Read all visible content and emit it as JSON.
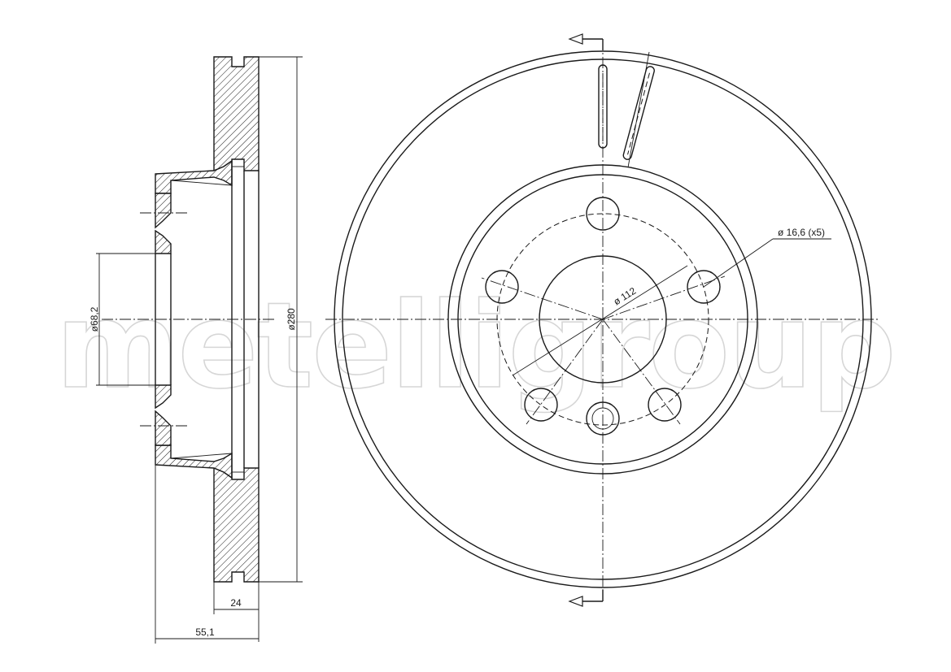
{
  "watermark": {
    "text": "metelligroup"
  },
  "dimensions": {
    "hub_bore": "ø68,2",
    "outer_diameter": "ø280",
    "disc_thickness": "24",
    "overall_height": "55,1",
    "bolt_circle": "ø 112",
    "bolt_holes": "ø 16,6 (x5)"
  }
}
